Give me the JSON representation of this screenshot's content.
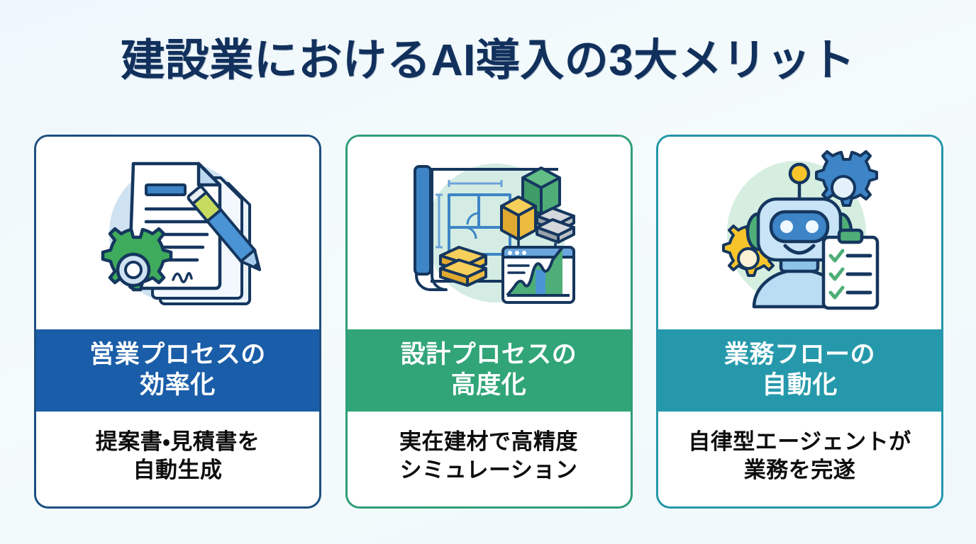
{
  "page": {
    "title": "建設業におけるAI導入の3大メリット",
    "background_color": "#f1f8fc",
    "title_color": "#11305c"
  },
  "cards": [
    {
      "icon_name": "document-with-pen-and-gear-icon",
      "border_color": "#1d4f80",
      "banner_color": "#1a5da8",
      "banner_line1": "営業プロセスの",
      "banner_line2": "効率化",
      "caption_line1": "提案書・見積書を",
      "caption_line2": "自動生成"
    },
    {
      "icon_name": "blueprint-materials-chart-icon",
      "border_color": "#2f9e77",
      "banner_color": "#31a578",
      "banner_line1": "設計プロセスの",
      "banner_line2": "高度化",
      "caption_line1": "実在建材で高精度",
      "caption_line2": "シミュレーション"
    },
    {
      "icon_name": "robot-with-clipboard-and-gears-icon",
      "border_color": "#2496aa",
      "banner_color": "#2599ab",
      "banner_line1": "業務フローの",
      "banner_line2": "自動化",
      "caption_line1": "自律型エージェントが",
      "caption_line2": "業務を完遂"
    }
  ]
}
